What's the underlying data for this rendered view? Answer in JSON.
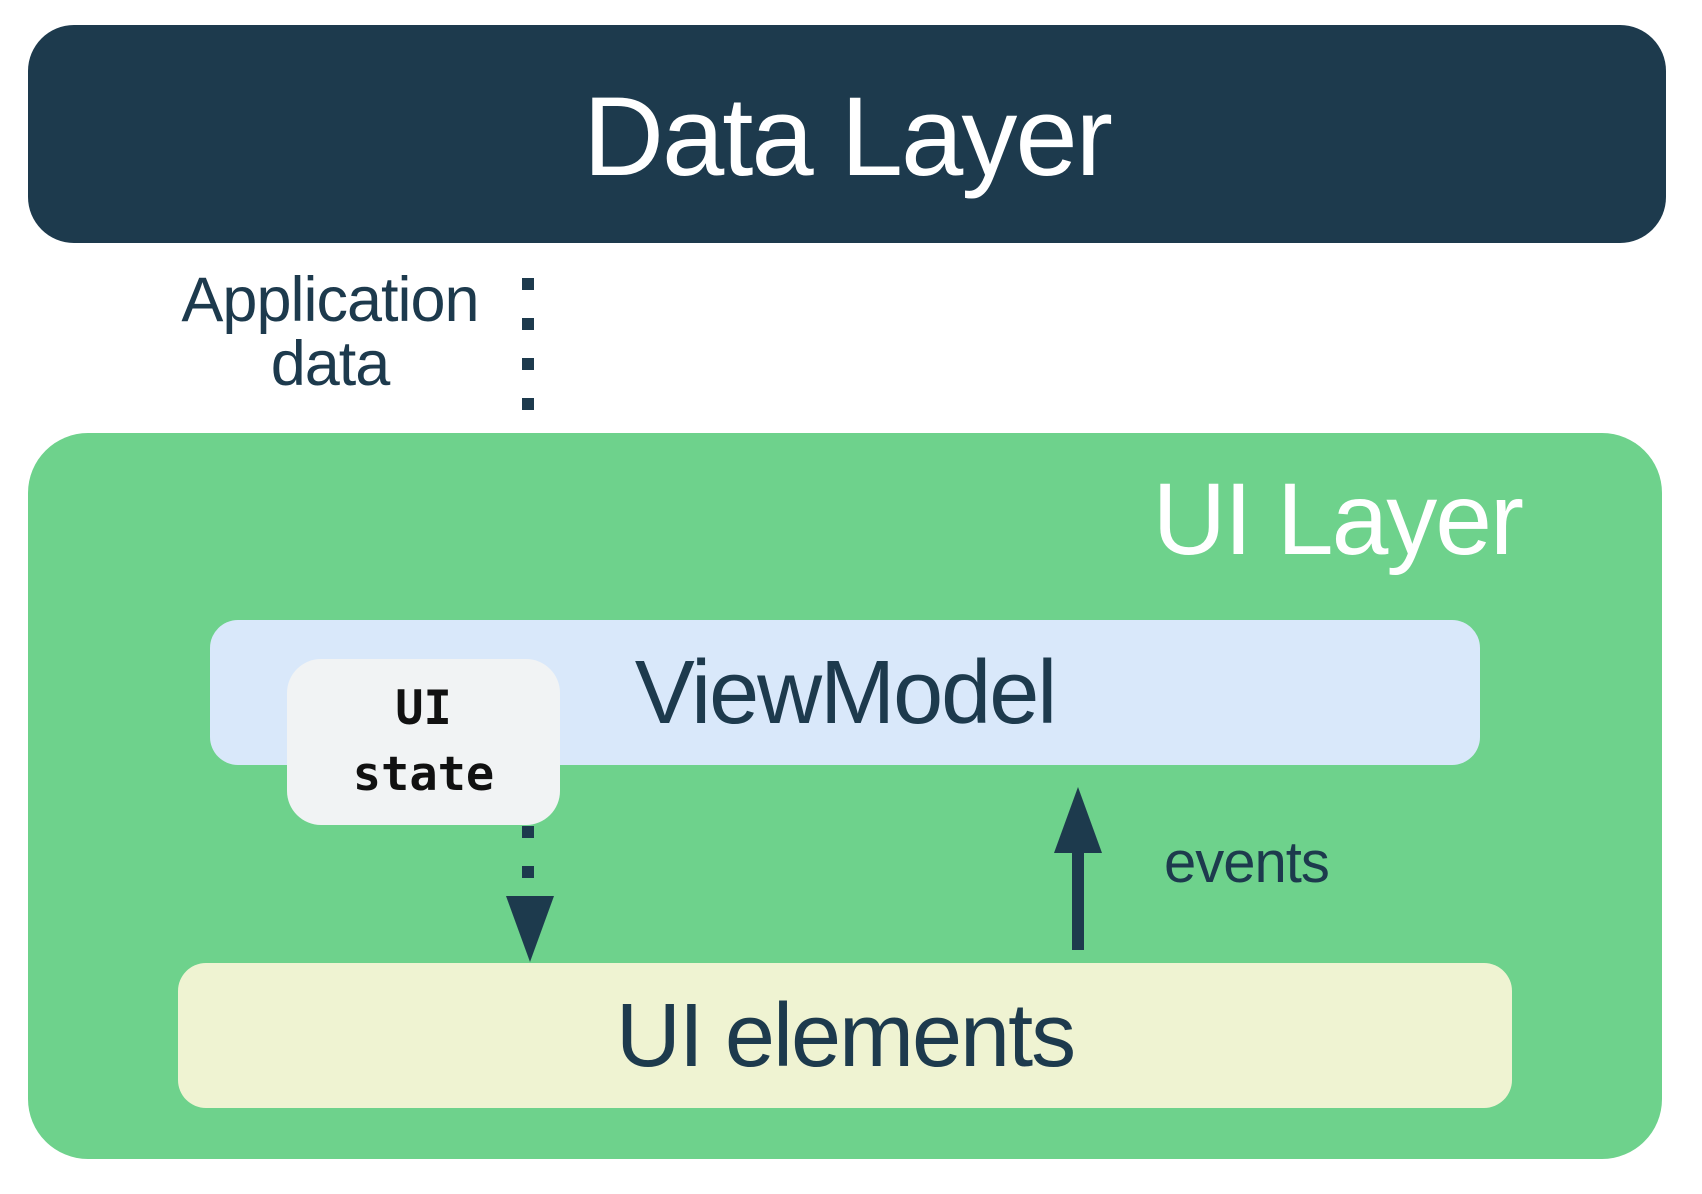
{
  "colors": {
    "navy": "#1d3a4d",
    "white": "#ffffff",
    "green": "#6ed28c",
    "light_blue": "#d9e8fa",
    "pale_yellow": "#eff3d2",
    "badge_gray": "#f1f3f4",
    "badge_text": "#111111"
  },
  "diagram": {
    "data_layer": {
      "title": "Data Layer"
    },
    "application_data": {
      "line1": "Application",
      "line2": "data"
    },
    "ui_layer": {
      "title": "UI Layer"
    },
    "viewmodel": {
      "title": "ViewModel"
    },
    "ui_state": {
      "line1": "UI",
      "line2": "state"
    },
    "events": {
      "label": "events"
    },
    "ui_elements": {
      "title": "UI elements"
    }
  }
}
